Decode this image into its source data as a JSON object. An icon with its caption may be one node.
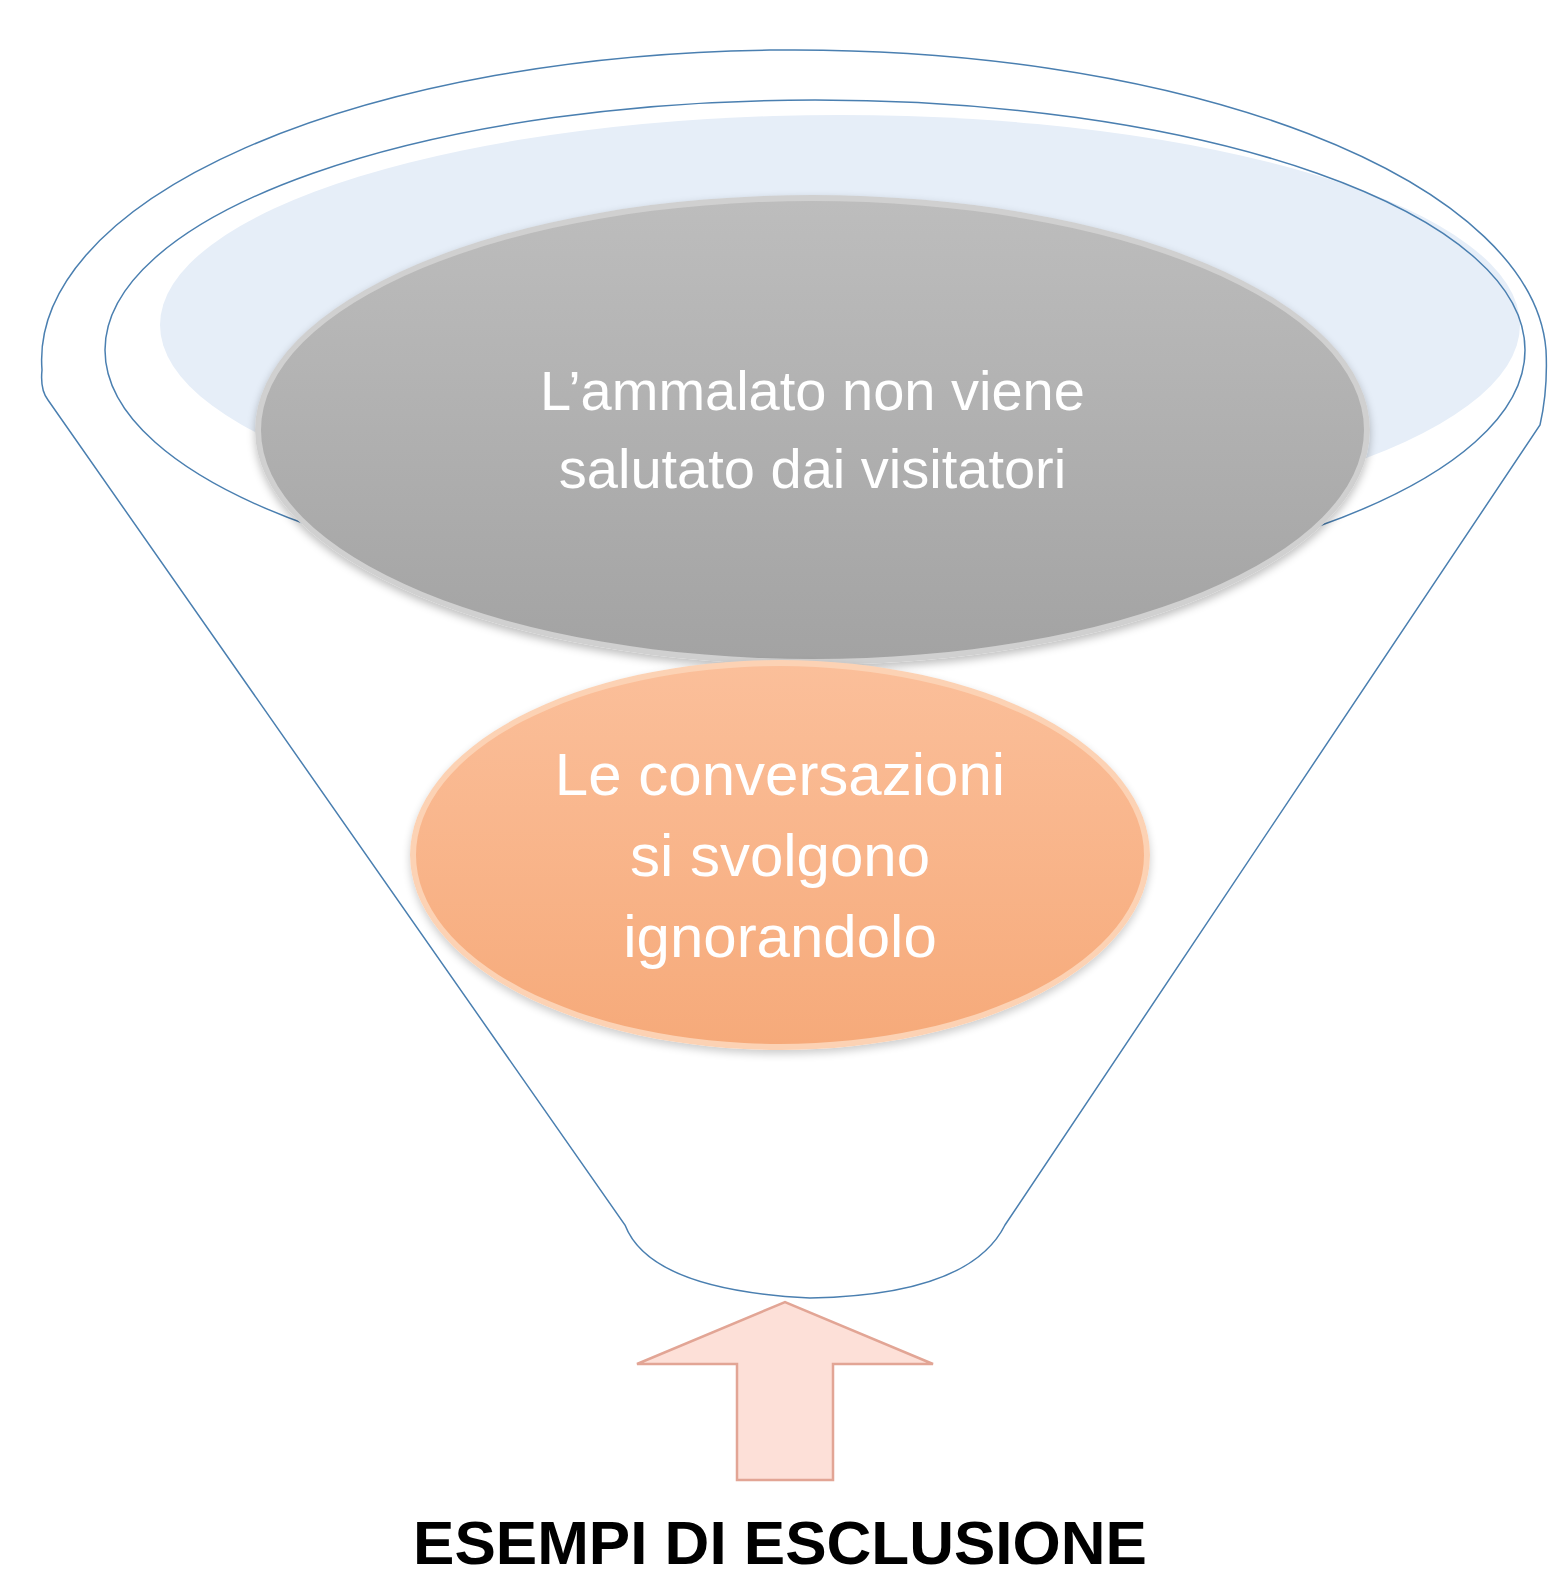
{
  "diagram": {
    "nodes": [
      {
        "text": [],
        "shape": "funnel"
      },
      {
        "text": [
          "L’ammalato non viene salutato dai visitatori"
        ],
        "in": 0
      },
      {
        "text": [
          "Le conversazioni si svolgono ignorandolo"
        ],
        "in": 0
      },
      {
        "text": [
          "ESEMPI DI ESCLUSIONE"
        ]
      }
    ],
    "edges": [
      {
        "from": 3,
        "to": 0,
        "arrow": "to"
      }
    ]
  }
}
